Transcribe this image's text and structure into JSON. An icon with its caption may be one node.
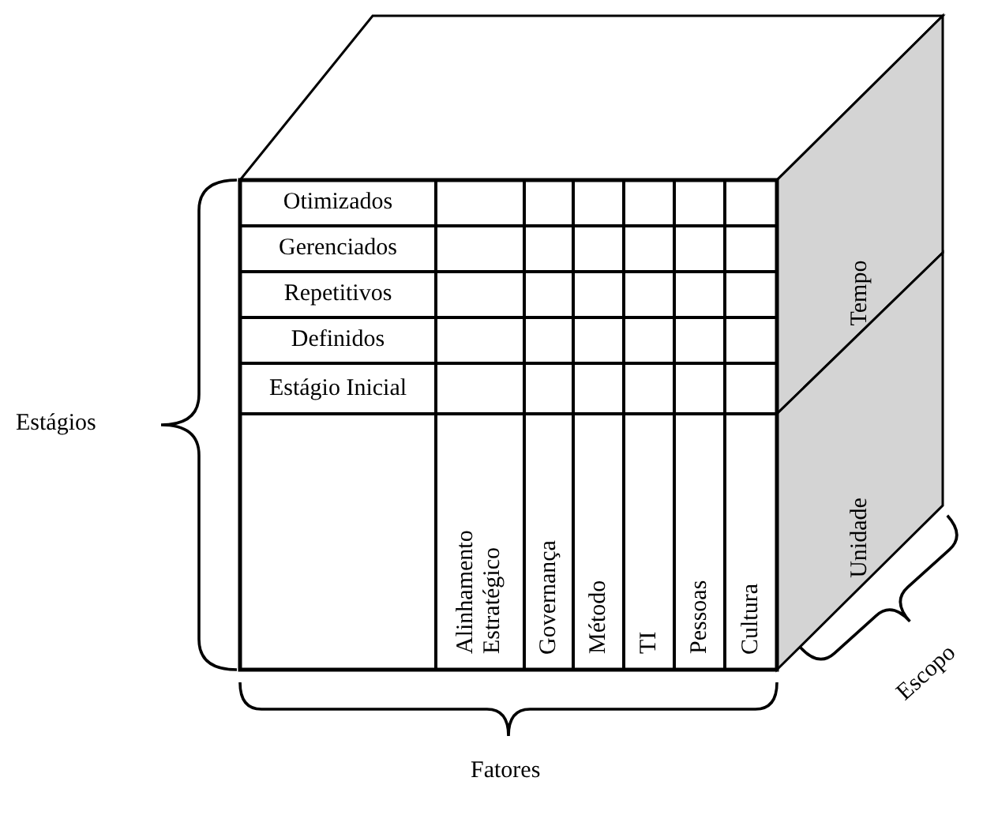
{
  "diagram": {
    "nodes": [
      {
        "text": [
          "Otimizados"
        ]
      },
      {
        "text": [
          "Gerenciados"
        ]
      },
      {
        "text": [
          "Repetitivos"
        ]
      },
      {
        "text": [
          "Definidos"
        ]
      },
      {
        "text": [
          "Estágio Inicial"
        ]
      },
      {
        "text": [
          "Alinhamento Estratégico"
        ]
      },
      {
        "text": [
          "Governança"
        ]
      },
      {
        "text": [
          "Método"
        ]
      },
      {
        "text": [
          "TI"
        ]
      },
      {
        "text": [
          "Pessoas"
        ]
      },
      {
        "text": [
          "Cultura"
        ]
      },
      {
        "text": [
          "Tempo"
        ]
      },
      {
        "text": [
          "Unidade"
        ]
      }
    ],
    "labels": [
      "Estágios",
      "Fatores",
      "Escopo"
    ]
  }
}
